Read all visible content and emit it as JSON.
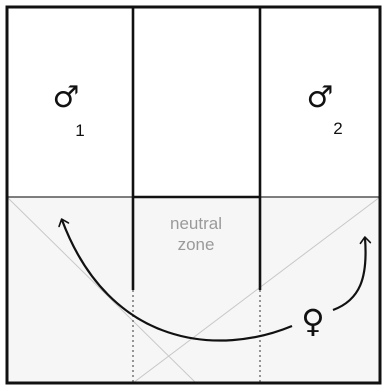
{
  "diagram": {
    "chambers": [
      {
        "symbol": "♂",
        "number": "1"
      },
      {
        "symbol": "♂",
        "number": "2"
      }
    ],
    "neutral_zone": {
      "line1": "neutral",
      "line2": "zone"
    },
    "female_symbol": "♀"
  }
}
